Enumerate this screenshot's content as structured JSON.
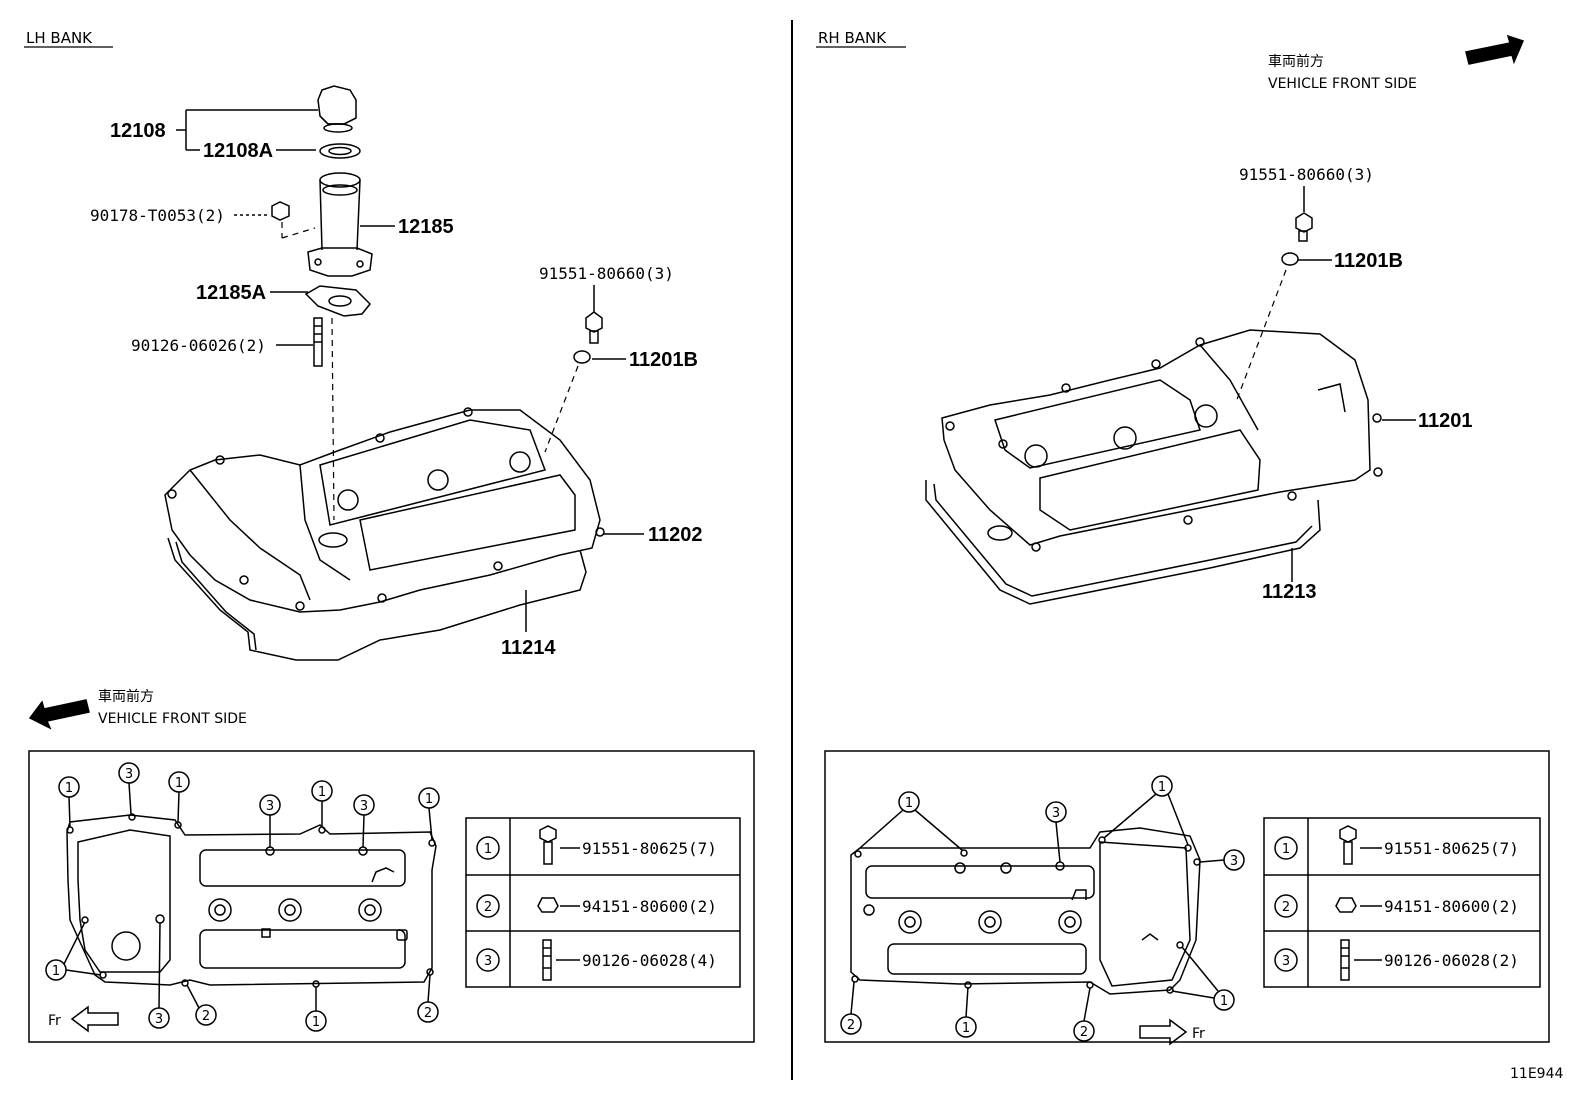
{
  "left_bank": {
    "title": "LH BANK",
    "front_jp": "車両前方",
    "front_en": "VEHICLE FRONT SIDE",
    "parts": {
      "p12108": "12108",
      "p12108a": "12108A",
      "p90178": "90178-T0053(2)",
      "p12185": "12185",
      "p12185a": "12185A",
      "p90126": "90126-06026(2)",
      "p91551": "91551-80660(3)",
      "p11201b": "11201B",
      "p11202": "11202",
      "p11214": "11214"
    },
    "bolt_table": [
      {
        "key": "1",
        "part": "91551-80625(7)"
      },
      {
        "key": "2",
        "part": "94151-80600(2)"
      },
      {
        "key": "3",
        "part": "90126-06028(4)"
      }
    ],
    "fr": "Fr"
  },
  "right_bank": {
    "title": "RH BANK",
    "front_jp": "車両前方",
    "front_en": "VEHICLE FRONT SIDE",
    "parts": {
      "p91551": "91551-80660(3)",
      "p11201b": "11201B",
      "p11201": "11201",
      "p11213": "11213"
    },
    "bolt_table": [
      {
        "key": "1",
        "part": "91551-80625(7)"
      },
      {
        "key": "2",
        "part": "94151-80600(2)"
      },
      {
        "key": "3",
        "part": "90126-06028(2)"
      }
    ],
    "fr": "Fr"
  },
  "figure_code": "11E944"
}
